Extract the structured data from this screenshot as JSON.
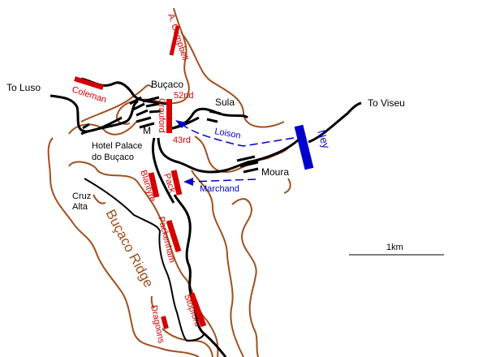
{
  "colors": {
    "contour": "#a0501e",
    "british": "#d40000",
    "french": "#0000cc",
    "road": "#000000"
  },
  "places": {
    "to_luso": "To Luso",
    "bucaco": "Buçaco",
    "sula": "Sula",
    "to_viseu": "To Viseu",
    "m": "M",
    "hotel_line1": "Hotel Palace",
    "hotel_line2": "do Buçaco",
    "moura": "Moura",
    "cruz": "Cruz",
    "alta": "Alta",
    "ridge": "Buçaco Ridge"
  },
  "british_units": {
    "campbell": "A. Campbell",
    "coleman": "Coleman",
    "fifty_second": "52nd",
    "crauford": "Crauford",
    "forty_third": "43rd",
    "blantyre": "Blantyre",
    "pack": "Pack",
    "packenham": "Packenham",
    "stopford": "Stopford",
    "dragoons": "Dragoons"
  },
  "french_units": {
    "loison": "Loison",
    "ney": "Ney",
    "marchand": "Marchand"
  },
  "scale": {
    "label": "1km"
  }
}
